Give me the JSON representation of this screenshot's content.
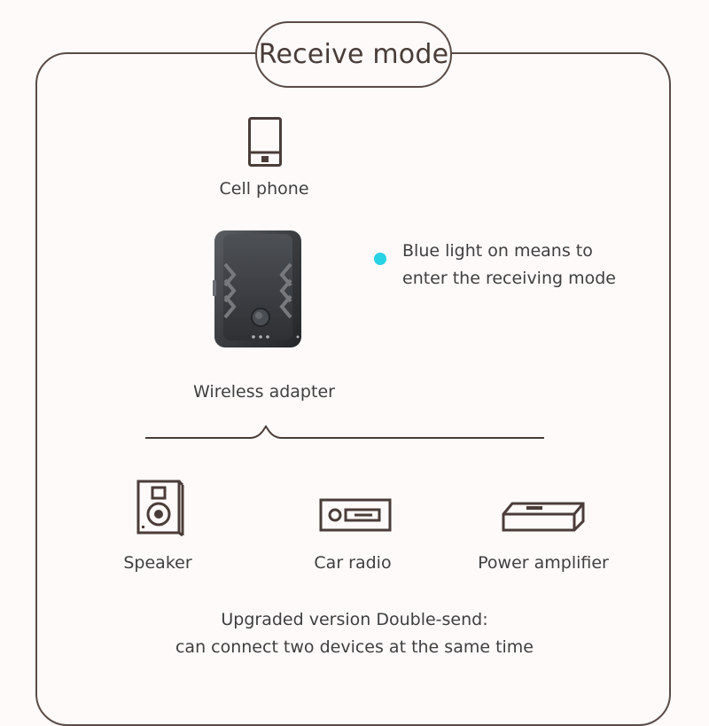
{
  "title": "Receive mode",
  "source": {
    "label": "Cell phone",
    "icon": "cell-phone-icon"
  },
  "adapter": {
    "label": "Wireless adapter",
    "icon": "wireless-adapter-image"
  },
  "note": {
    "line1": "Blue light on means to",
    "line2": "enter the receiving mode",
    "indicator_color": "#27d2e4"
  },
  "outputs": [
    {
      "label": "Speaker",
      "icon": "speaker-icon"
    },
    {
      "label": "Car radio",
      "icon": "car-radio-icon"
    },
    {
      "label": "Power amplifier",
      "icon": "power-amplifier-icon"
    }
  ],
  "footer": {
    "line1": "Upgraded version Double-send:",
    "line2": "can connect two devices at the same time"
  },
  "colors": {
    "outline": "#5a4b47",
    "background": "#fdfaf9",
    "text": "#3f3f3f"
  }
}
